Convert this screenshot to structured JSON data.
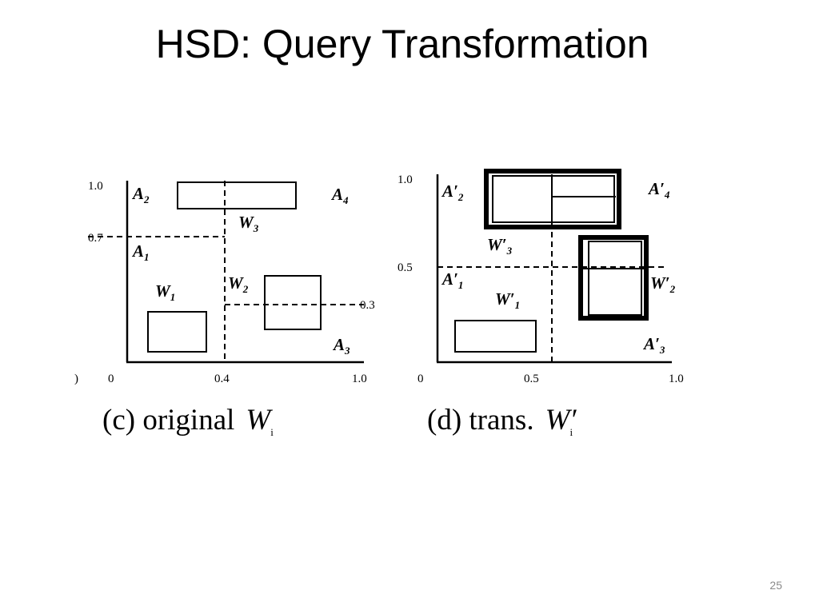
{
  "slide": {
    "title": "HSD: Query Transformation",
    "number": "25"
  },
  "panel_c": {
    "caption_prefix": "(c) original",
    "caption_var": "W",
    "caption_sub": "i",
    "ticks": {
      "y_top": "1.0",
      "y_mid": "0.7",
      "x_left": "0",
      "x_mid": "0.4",
      "x_right": "1.0",
      "right_mark": "0.3",
      "left_edge": ")"
    },
    "labels": {
      "a1": "A",
      "a1_sub": "1",
      "a2": "A",
      "a2_sub": "2",
      "a3": "A",
      "a3_sub": "3",
      "a4": "A",
      "a4_sub": "4",
      "w1": "W",
      "w1_sub": "1",
      "w2": "W",
      "w2_sub": "2",
      "w3": "W",
      "w3_sub": "3"
    }
  },
  "panel_d": {
    "caption_prefix": "(d) trans.",
    "caption_var": "W",
    "caption_prime": "′",
    "caption_sub": "i",
    "ticks": {
      "y_top": "1.0",
      "y_mid": "0.5",
      "x_left": "0",
      "x_mid": "0.5",
      "x_right": "1.0"
    },
    "labels": {
      "a1": "A′",
      "a1_sub": "1",
      "a2": "A′",
      "a2_sub": "2",
      "a3": "A′",
      "a3_sub": "3",
      "a4": "A′",
      "a4_sub": "4",
      "w1": "W′",
      "w1_sub": "1",
      "w2": "W′",
      "w2_sub": "2",
      "w3": "W′",
      "w3_sub": "3"
    }
  },
  "colors": {
    "ink": "#000000",
    "page_number": "#8a8a8a",
    "background": "#ffffff"
  }
}
